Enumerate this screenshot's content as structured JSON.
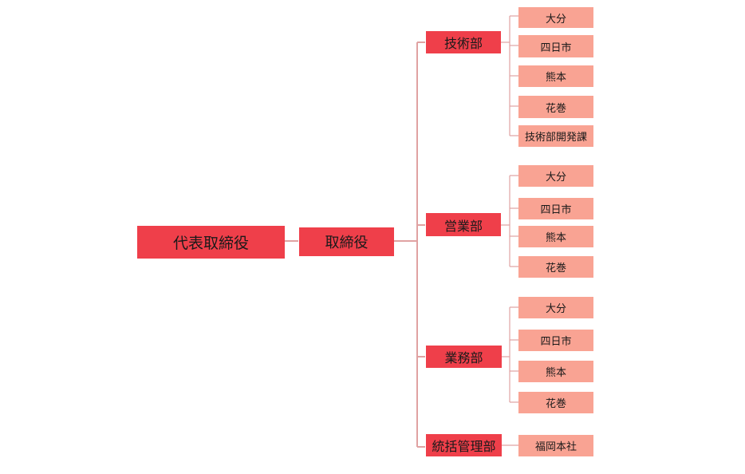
{
  "org_chart": {
    "ceo": "代表取締役",
    "director": "取締役",
    "departments": [
      {
        "name": "技術部",
        "branches": [
          "大分",
          "四日市",
          "熊本",
          "花巻",
          "技術部開発課"
        ]
      },
      {
        "name": "営業部",
        "branches": [
          "大分",
          "四日市",
          "熊本",
          "花巻"
        ]
      },
      {
        "name": "業務部",
        "branches": [
          "大分",
          "四日市",
          "熊本",
          "花巻"
        ]
      },
      {
        "name": "統括管理部",
        "branches": [
          "福岡本社"
        ]
      }
    ]
  },
  "colors": {
    "executive_box": "#ef3f4a",
    "branch_box": "#f9a393",
    "connector": "#e0a2a2"
  }
}
